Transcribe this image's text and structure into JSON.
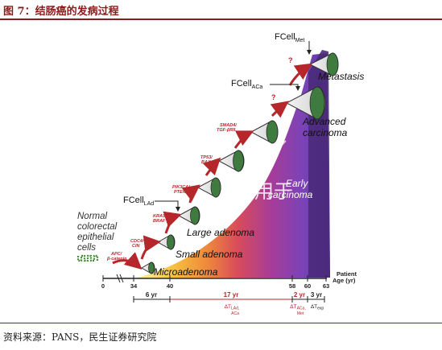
{
  "header": {
    "title": "图 7：结肠癌的发病过程"
  },
  "footer": {
    "source": "资料来源：PANS，民生证券研究院"
  },
  "stages": {
    "normal": [
      "Normal",
      "colorectal",
      "epithelial",
      "cells"
    ],
    "micro": "Microadenoma",
    "small": "Small adenoma",
    "large": "Large adenoma",
    "early": [
      "Early",
      "carcinoma"
    ],
    "advanced": [
      "Advanced",
      "carcinoma"
    ],
    "metastasis": "Metastasis"
  },
  "mutations": {
    "apc": [
      "APC/",
      "β-catenin"
    ],
    "cdc4": [
      "CDC4/",
      "CIN"
    ],
    "kras": [
      "KRAS/",
      "BRAF"
    ],
    "pik3": [
      "PIK3CA/",
      "PTEN"
    ],
    "tp53": [
      "TP53/",
      "BAX"
    ],
    "smad4": [
      "SMAD4/",
      "TGF-βRII"
    ],
    "q1": "?",
    "q2": "?"
  },
  "fcells": {
    "lad": {
      "main": "FCell",
      "sub": "LAd"
    },
    "aca": {
      "main": "FCell",
      "sub": "ACa"
    },
    "met": {
      "main": "FCell",
      "sub": "Met"
    }
  },
  "axis": {
    "ticks": [
      "0",
      "34",
      "40",
      "58",
      "60",
      "63"
    ],
    "label": [
      "Patient",
      "Age (yr)"
    ]
  },
  "intervals": {
    "i1": {
      "years": "6 yr"
    },
    "i2": {
      "years": "17 yr",
      "note": [
        "ΔT",
        "LAd,",
        "ACa"
      ]
    },
    "i3": {
      "years": "2 yr",
      "note": [
        "ΔT",
        "ACa,",
        "Met"
      ]
    },
    "i4": {
      "years": "3 yr",
      "note": [
        "ΔT",
        "exp"
      ]
    }
  },
  "watermark": "请勿用于",
  "colors": {
    "header": "#8B1A1A",
    "arrow": "#B5272B",
    "late_stage": "#5B2A86",
    "early_stage": "#F5B83B"
  }
}
